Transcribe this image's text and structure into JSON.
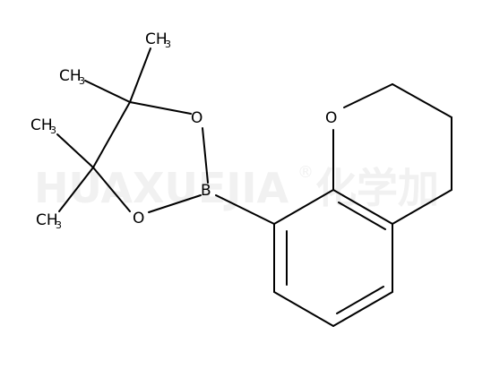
{
  "watermark": {
    "text": "HUAXUEJIA",
    "mark": "®",
    "cjk": "化学加"
  },
  "atoms": {
    "ring_oxygen": "O",
    "boron": "B",
    "dioxaborolane_oxygen_top": "O",
    "dioxaborolane_oxygen_bottom": "O"
  },
  "methyls": [
    {
      "main": "CH",
      "sub": "3"
    },
    {
      "main": "CH",
      "sub": "3"
    },
    {
      "main": "CH",
      "sub": "3"
    },
    {
      "main": "CH",
      "sub": "3"
    }
  ],
  "colors": {
    "background": "#ffffff",
    "bond": "#000000",
    "watermark": "#f1f1f1"
  }
}
